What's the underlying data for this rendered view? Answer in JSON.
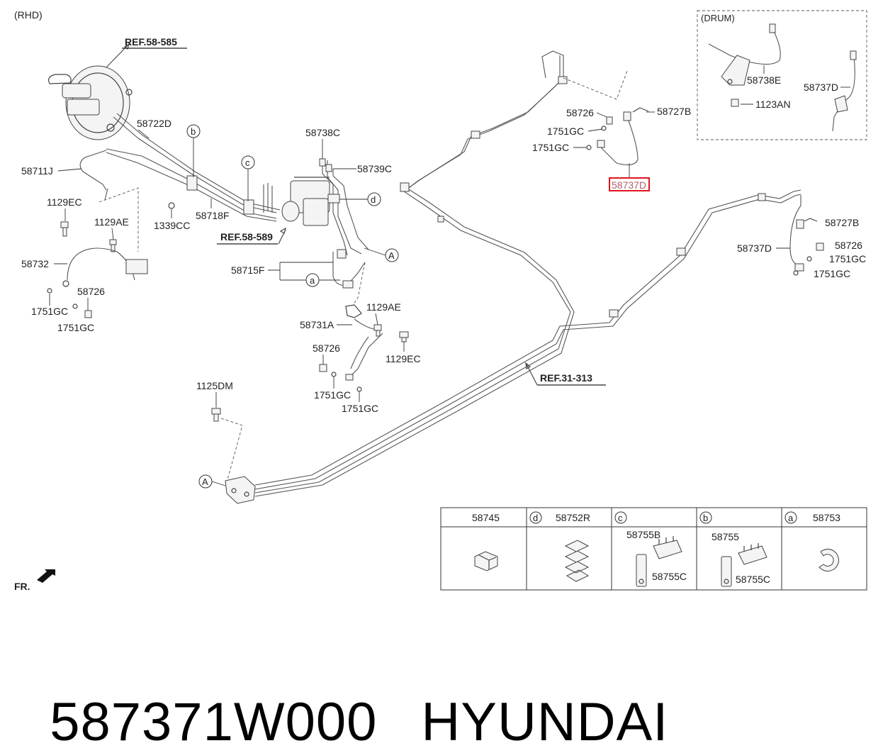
{
  "diagram": {
    "variant_label": "(RHD)",
    "drum_label": "(DRUM)",
    "front_indicator": "FR.",
    "refs": {
      "booster": "REF.58-585",
      "hecu": "REF.58-589",
      "fuel": "REF.31-313"
    },
    "labels": {
      "l58722D": "58722D",
      "l58711J": "58711J",
      "l1129EC_a": "1129EC",
      "l1129AE_a": "1129AE",
      "l1339CC": "1339CC",
      "l58718F": "58718F",
      "l58732": "58732",
      "l58726_a": "58726",
      "l1751GC_a": "1751GC",
      "l1751GC_b": "1751GC",
      "l58738C": "58738C",
      "l58739C": "58739C",
      "l58715F": "58715F",
      "l1129AE_b": "1129AE",
      "l58731A": "58731A",
      "l58726_b": "58726",
      "l1129EC_b": "1129EC",
      "l1751GC_c": "1751GC",
      "l1751GC_d": "1751GC",
      "l1125DM": "1125DM",
      "l58726_c": "58726",
      "l1751GC_e": "1751GC",
      "l1751GC_f": "1751GC",
      "l58727B_a": "58727B",
      "l58737D_hl": "58737D",
      "l58737D_b": "58737D",
      "l58727B_b": "58727B",
      "l58726_d": "58726",
      "l1751GC_g": "1751GC",
      "l1751GC_h": "1751GC",
      "l58738E": "58738E",
      "l1123AN": "1123AN",
      "l58737D_c": "58737D"
    },
    "markers": {
      "A": "A",
      "a": "a",
      "b": "b",
      "c": "c",
      "d": "d"
    },
    "legend": {
      "cells": [
        {
          "letter": "",
          "part": "58745",
          "subs": []
        },
        {
          "letter": "d",
          "part": "58752R",
          "subs": []
        },
        {
          "letter": "c",
          "part": "",
          "subs": [
            "58755B",
            "58755C"
          ]
        },
        {
          "letter": "b",
          "part": "",
          "subs": [
            "58755",
            "58755C"
          ]
        },
        {
          "letter": "a",
          "part": "58753",
          "subs": []
        }
      ]
    }
  },
  "footer": {
    "part_number": "587371W000",
    "brand": "HYUNDAI"
  },
  "colors": {
    "highlight": "#e0141c",
    "line": "#444444",
    "text": "#222222"
  }
}
